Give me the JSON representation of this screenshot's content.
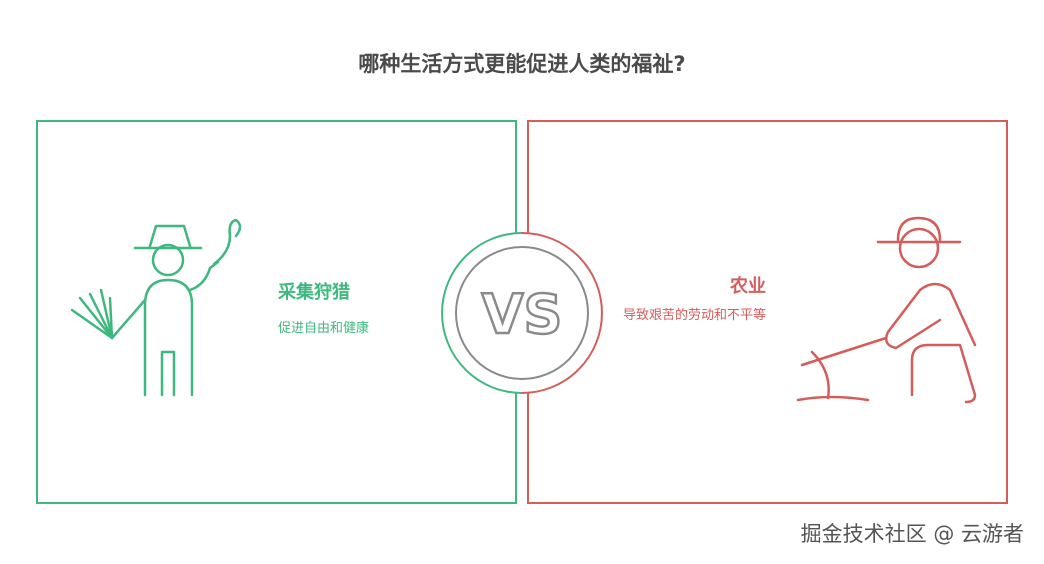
{
  "title": "哪种生活方式更能促进人类的福祉?",
  "left": {
    "heading": "采集狩猎",
    "description": "促进自由和健康",
    "color": "#3fb87f",
    "icon": "hunter-gatherer-icon"
  },
  "right": {
    "heading": "农业",
    "description": "导致艰苦的劳动和不平等",
    "color": "#d45d5b",
    "icon": "farmer-icon"
  },
  "center": {
    "label": "VS",
    "color": "#8a8a8a"
  },
  "watermark": "掘金技术社区 @ 云游者"
}
